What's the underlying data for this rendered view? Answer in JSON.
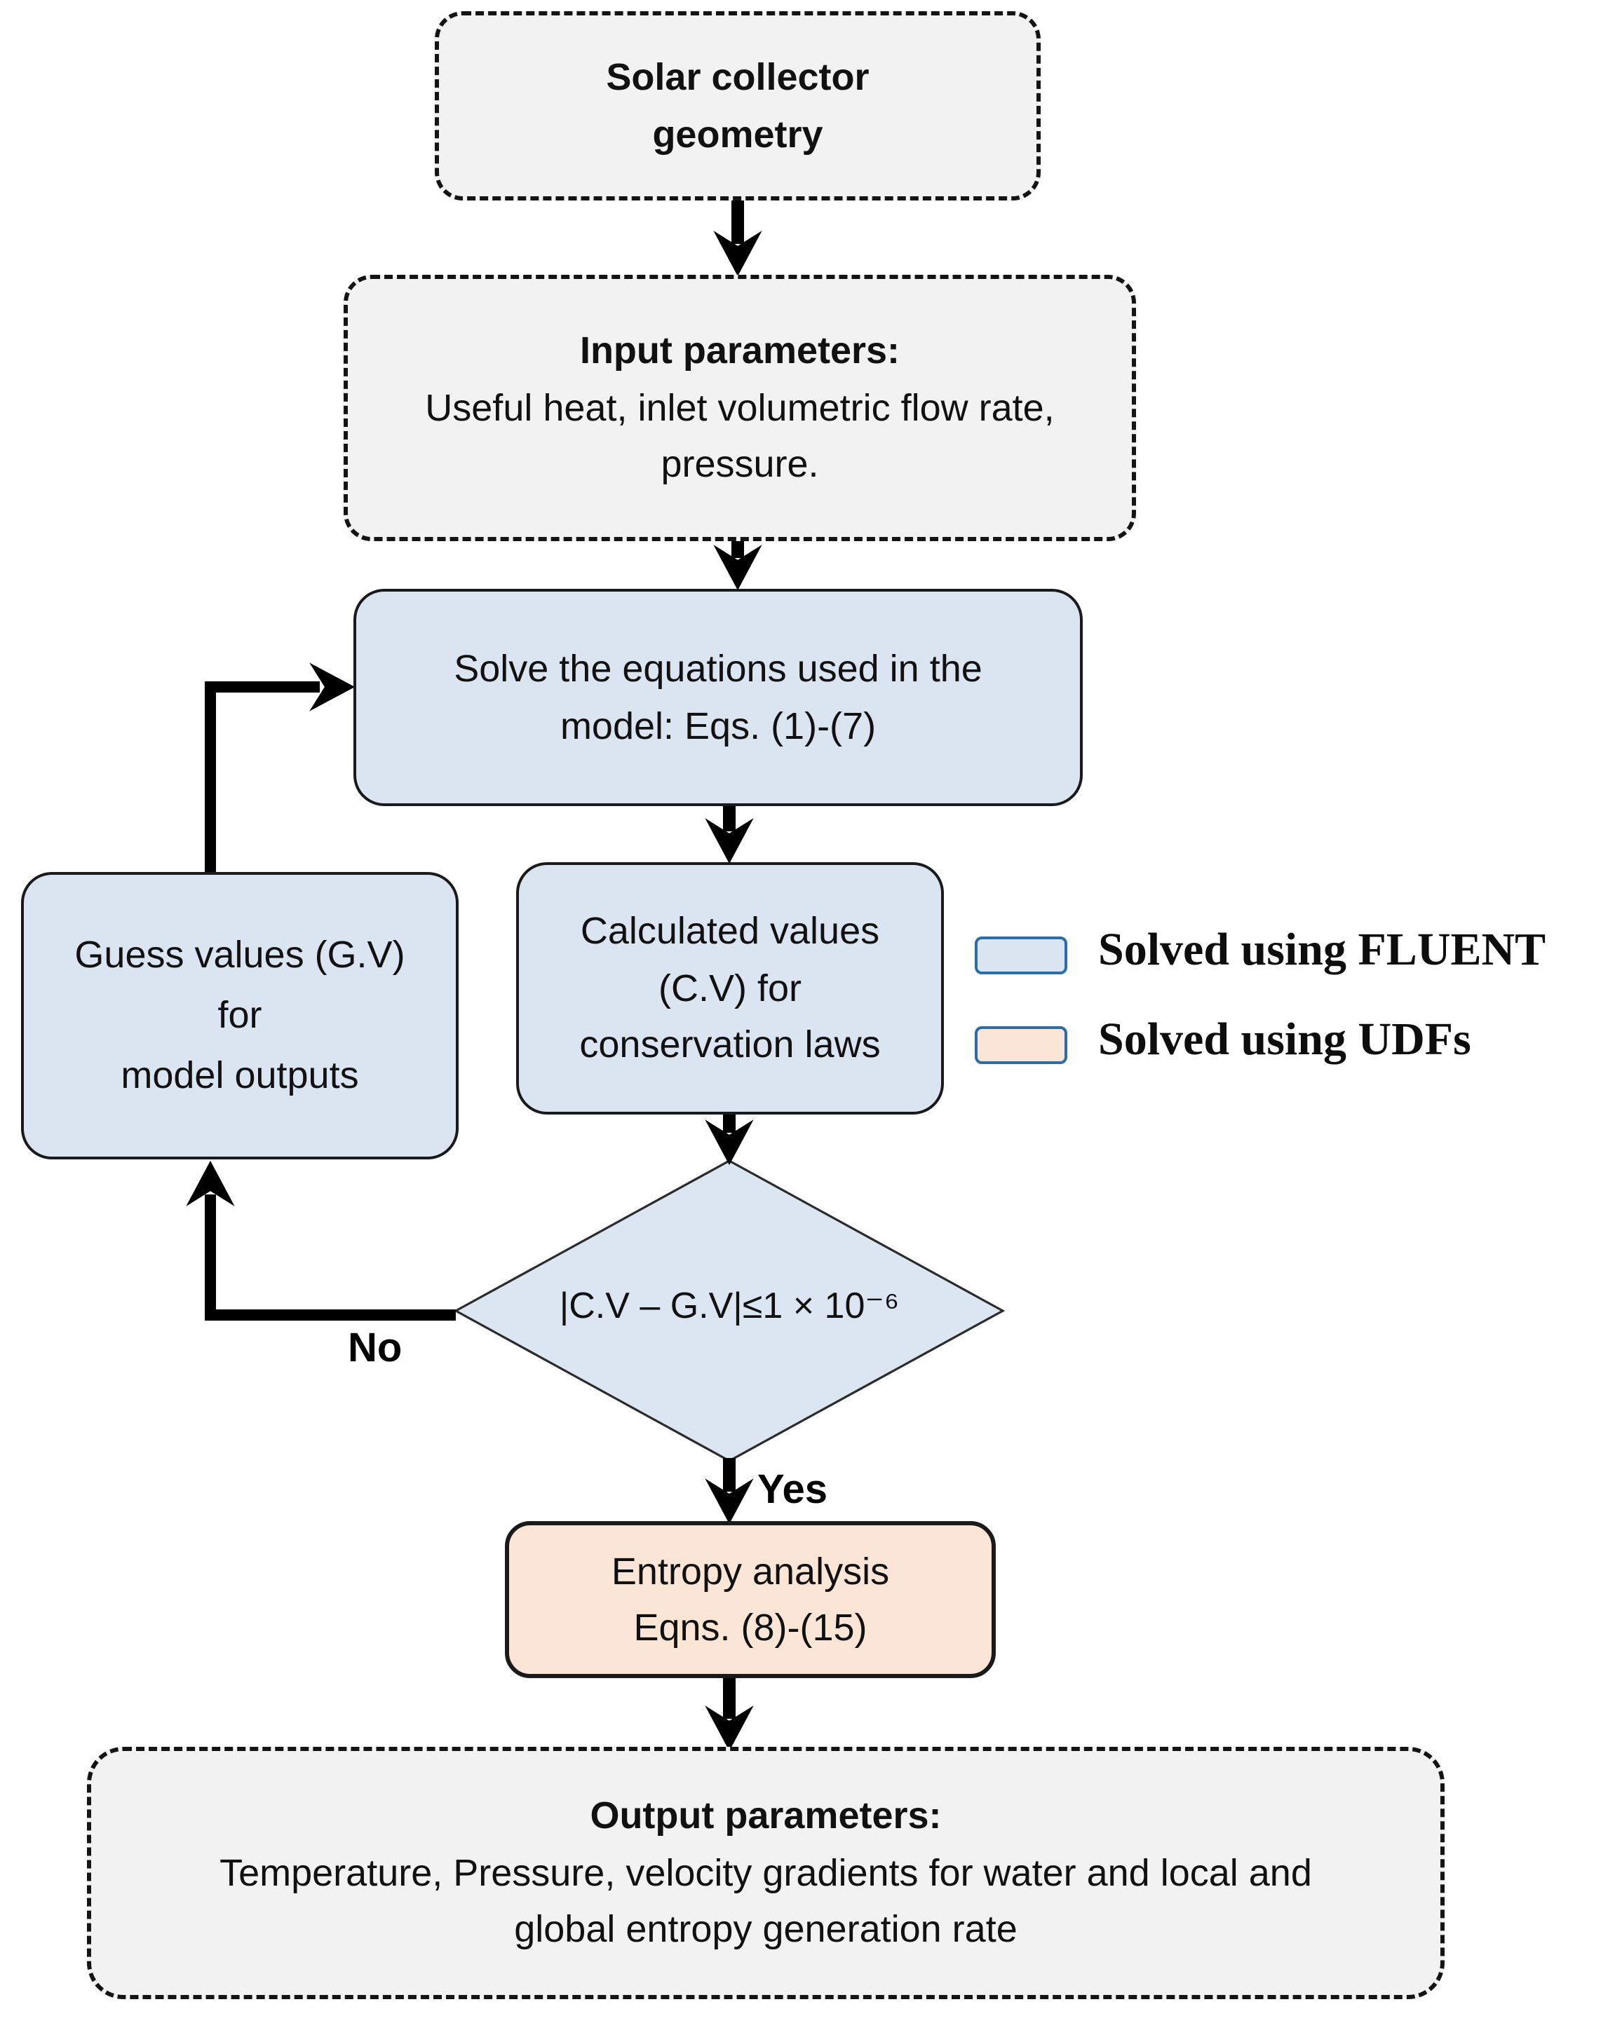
{
  "flowchart": {
    "start": {
      "line1": "Solar collector",
      "line2": "geometry"
    },
    "input": {
      "heading": "Input parameters:",
      "body": "Useful heat, inlet volumetric flow rate, pressure."
    },
    "solve": {
      "body": "Solve the equations used in the model: Eqs. (1)-(7)"
    },
    "calculated": {
      "line1": "Calculated values",
      "line2": "(C.V) for",
      "line3": "conservation laws"
    },
    "guess": {
      "line1": "Guess values (G.V)",
      "line2": "for",
      "line3": "model outputs"
    },
    "decision": {
      "condition": "|C.V – G.V|≤1 × 10⁻⁶",
      "no_label": "No",
      "yes_label": "Yes"
    },
    "entropy": {
      "line1": "Entropy analysis",
      "line2": "Eqns. (8)-(15)"
    },
    "output": {
      "heading": "Output parameters:",
      "body": "Temperature, Pressure, velocity gradients for water and local and global entropy generation rate"
    }
  },
  "legend": {
    "items": [
      {
        "label": "Solved using FLUENT",
        "swatch_color": "#dbe5f1"
      },
      {
        "label": "Solved using UDFs",
        "swatch_color": "#fbe5d6"
      }
    ],
    "swatch_border_color": "#2e6da4"
  },
  "colors": {
    "terminator_fill": "#f2f2f2",
    "process_blue_fill": "#dbe5f1",
    "process_orange_fill": "#fbe5d6",
    "decision_fill": "#dce6f2",
    "border_dark": "#1a1a1a",
    "arrow": "#000000"
  }
}
